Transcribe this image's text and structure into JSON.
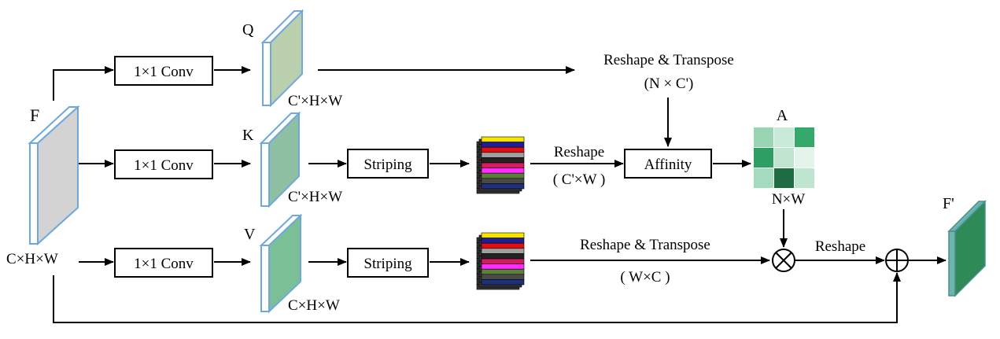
{
  "labels": {
    "f": "F",
    "f_dims": "C×H×W",
    "q": "Q",
    "k": "K",
    "v": "V",
    "q_dims": "C'×H×W",
    "k_dims": "C'×H×W",
    "v_dims": "C×H×W",
    "conv_q": "1×1 Conv",
    "conv_k": "1×1 Conv",
    "conv_v": "1×1 Conv",
    "striping_k": "Striping",
    "striping_v": "Striping",
    "reshape_transpose_top": "Reshape & Transpose",
    "reshape_transpose_top_dims": "(N × C')",
    "reshape_k": "Reshape",
    "reshape_k_dims": "( C'×W )",
    "affinity": "Affinity",
    "a": "A",
    "a_dims": "N×W",
    "reshape_transpose_v": "Reshape & Transpose",
    "reshape_transpose_v_dims": "( W×C )",
    "reshape_out": "Reshape",
    "f_out": "F'"
  },
  "colors": {
    "f_map": "#d3d3d3",
    "q_map": "#b9cfae",
    "k_map": "#8fc0a3",
    "v_map": "#7bbf96",
    "f_out_map": "#2e8a57",
    "map_border": "#6fa8dc"
  },
  "stripe_colors": [
    "#f5e400",
    "#1e1e9c",
    "#e01010",
    "#a0a0a0",
    "#222222",
    "#d81b60",
    "#ff2dff",
    "#5b7f3a",
    "#4a4a4a",
    "#1f2f7a"
  ],
  "affinity_matrix_colors": [
    [
      "#99d5b4",
      "#c9ead8",
      "#35a86c"
    ],
    [
      "#2f9e62",
      "#bfe4d0",
      "#e4f4eb"
    ],
    [
      "#a4dabd",
      "#1f6b44",
      "#bfe4d0"
    ]
  ],
  "icons": {
    "multiply": "circled-times-icon",
    "add": "circled-plus-icon"
  }
}
